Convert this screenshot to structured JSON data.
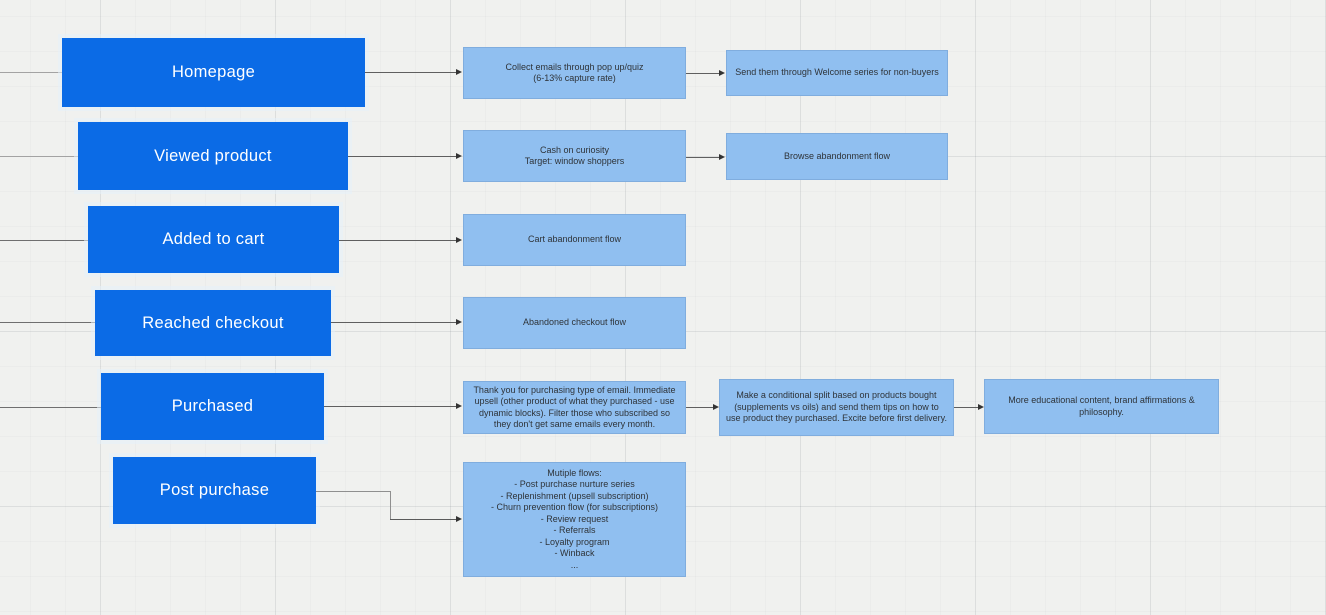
{
  "colors": {
    "canvas_bg": "#f0f1ef",
    "stage_fill": "#0b6be6",
    "stage_text": "#ffffff",
    "note_fill": "#90bff0",
    "note_text": "#2e3338",
    "connector": "#5f5f5f"
  },
  "funnel": {
    "stages": [
      {
        "label": "Homepage"
      },
      {
        "label": "Viewed product"
      },
      {
        "label": "Added to cart"
      },
      {
        "label": "Reached checkout"
      },
      {
        "label": "Purchased"
      },
      {
        "label": "Post purchase"
      }
    ],
    "notes": {
      "collect_emails": "Collect emails through pop up/quiz\n(6-13% capture rate)",
      "welcome_series": "Send them through Welcome series for non-buyers",
      "cash_on_curiosity": "Cash on curiosity\nTarget: window shoppers",
      "browse_abandonment": "Browse abandonment flow",
      "cart_abandonment": "Cart abandonment flow",
      "abandoned_checkout": "Abandoned checkout flow",
      "purchase_thank_you": "Thank you for purchasing type of email. Immediate upsell (other product of what they purchased - use dynamic blocks). Filter those who subscribed so they don't get same emails every month.",
      "conditional_split": "Make a conditional split based on products bought (supplements vs oils) and send them tips on how to use product they purchased. Excite before first delivery.",
      "educational_content": "More educational content, brand affirmations & philosophy.",
      "multiple_flows": "Mutiple flows:\n- Post purchase nurture series\n- Replenishment (upsell subscription)\n- Churn prevention flow (for subscriptions)\n- Review request\n- Referrals\n- Loyalty program\n- Winback\n..."
    }
  }
}
